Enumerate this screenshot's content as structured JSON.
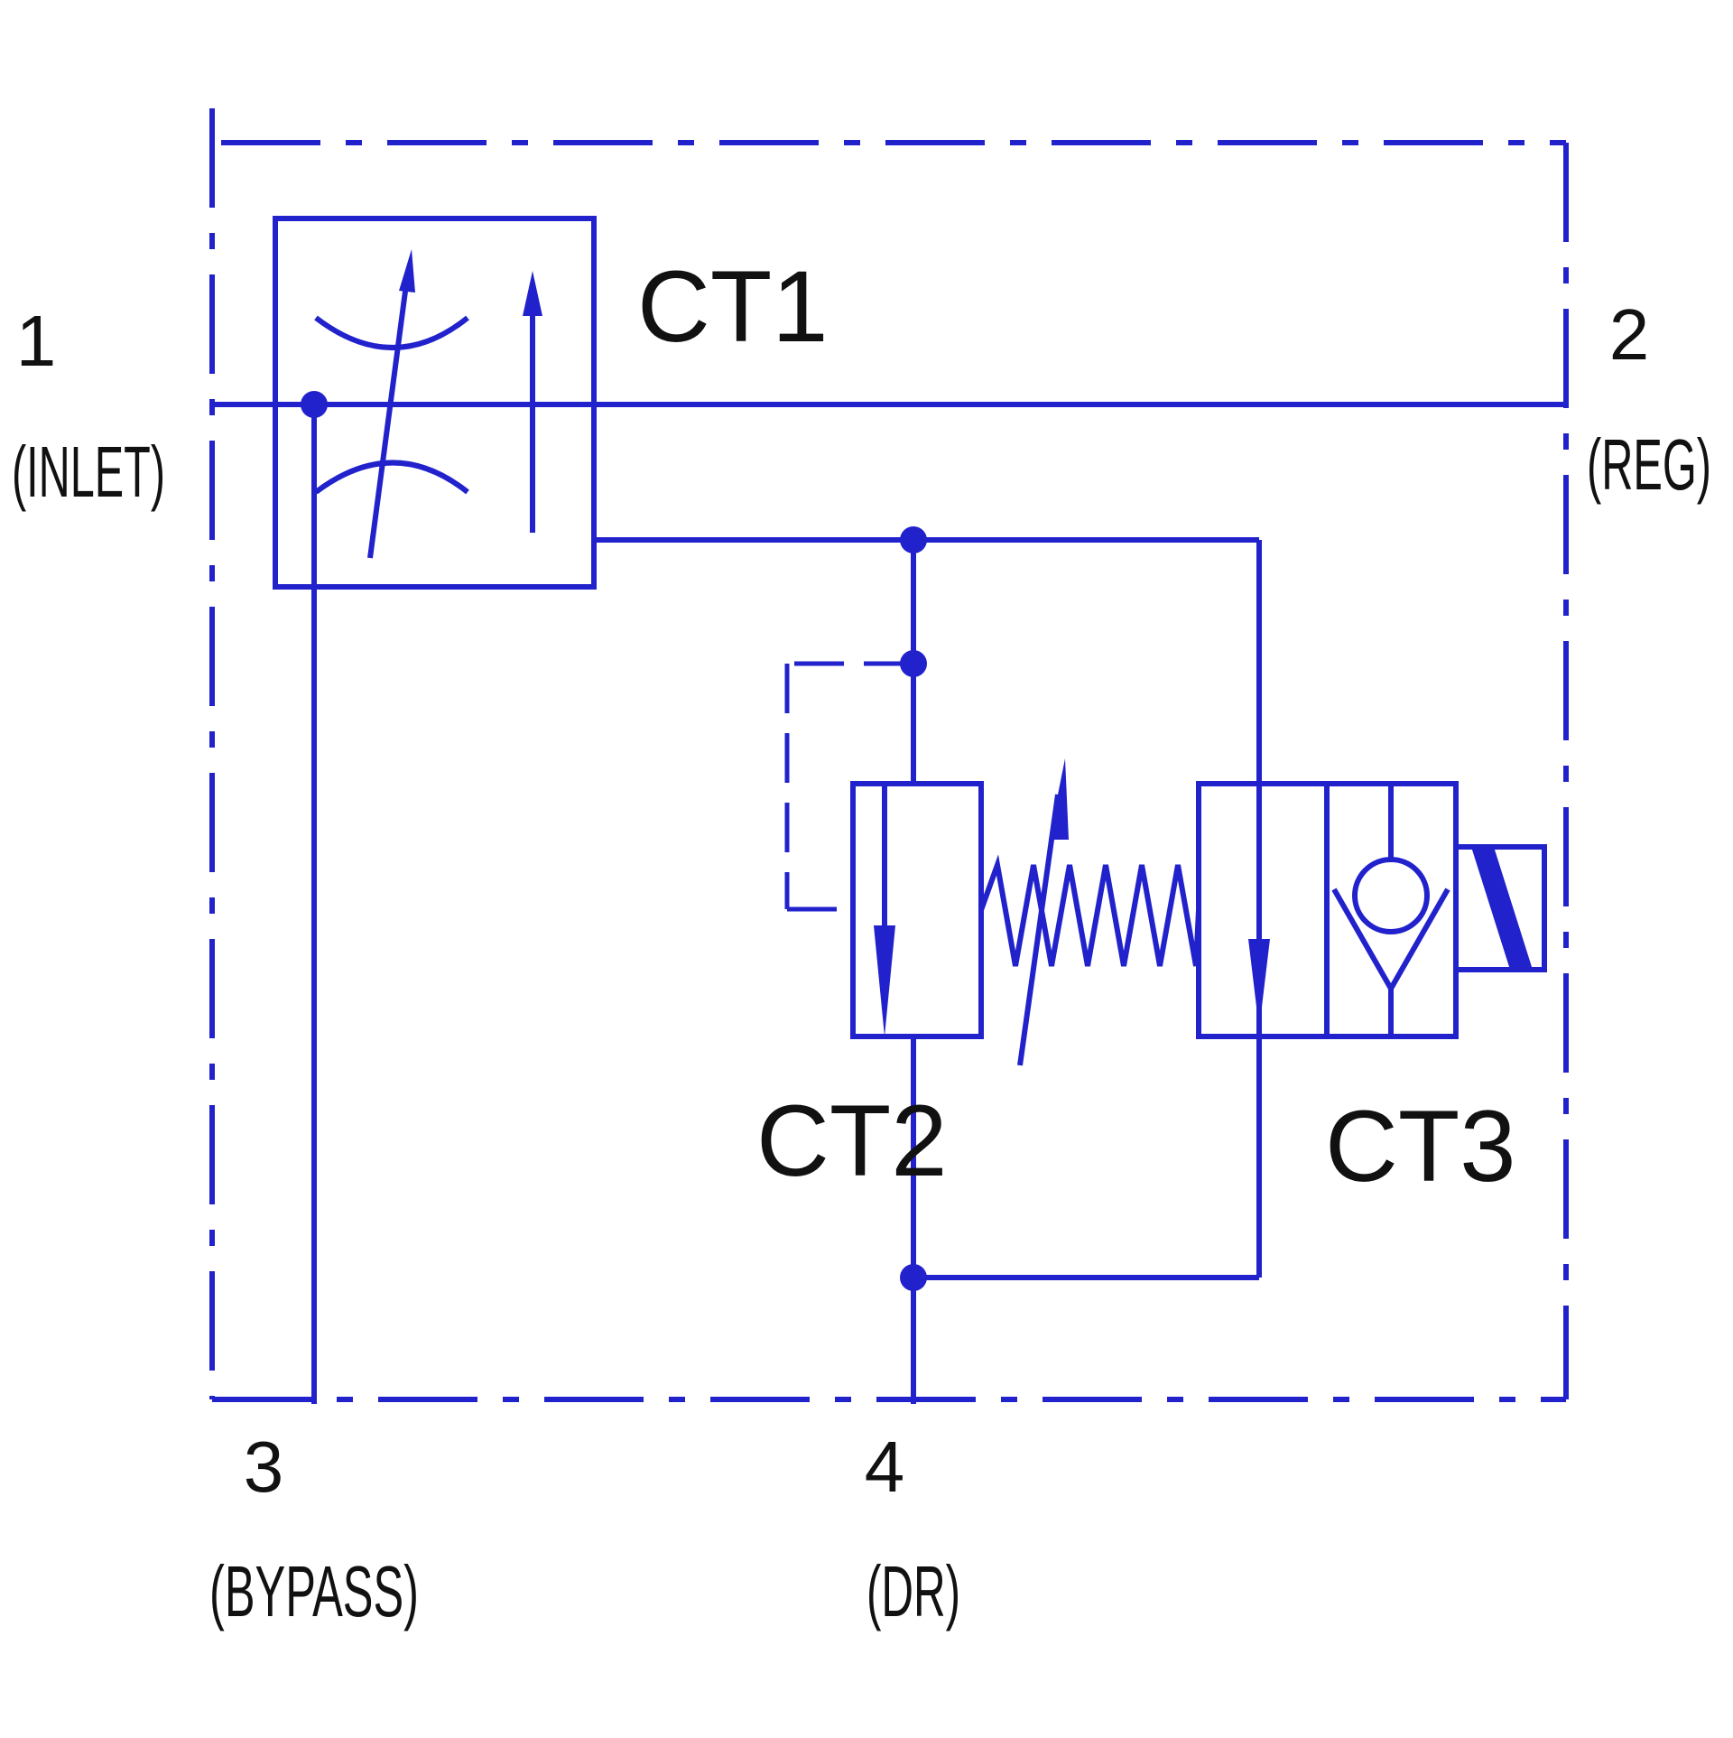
{
  "components": {
    "ct1": "CT1",
    "ct2": "CT2",
    "ct3": "CT3"
  },
  "ports": {
    "p1": {
      "number": "1",
      "name": "(INLET)"
    },
    "p2": {
      "number": "2",
      "name": "(REG)"
    },
    "p3": {
      "number": "3",
      "name": "(BYPASS)"
    },
    "p4": {
      "number": "4",
      "name": "(DR)"
    }
  },
  "colors": {
    "line": "#2222cc",
    "text": "#111111",
    "background": "#ffffff"
  }
}
